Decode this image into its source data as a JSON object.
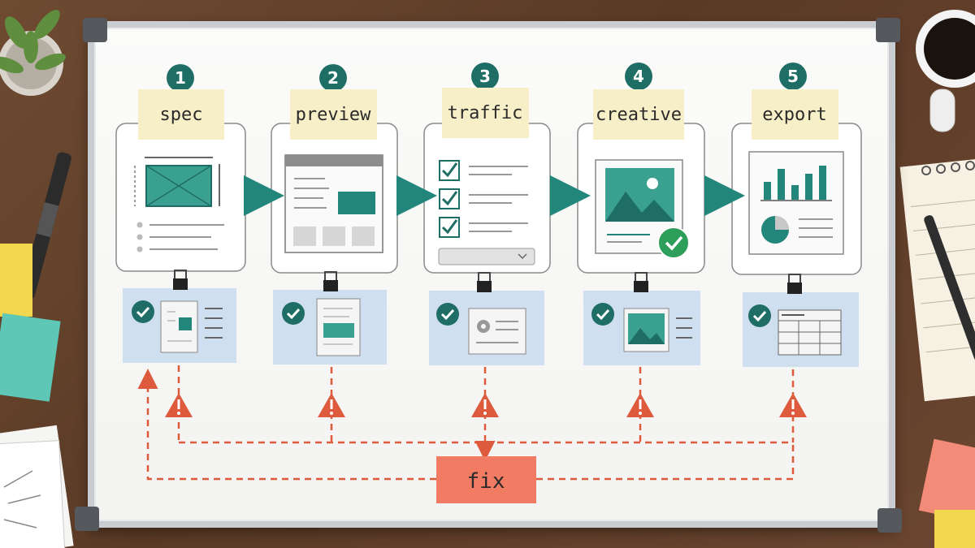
{
  "steps": [
    {
      "number": "1",
      "label": "spec"
    },
    {
      "number": "2",
      "label": "preview"
    },
    {
      "number": "3",
      "label": "traffic"
    },
    {
      "number": "4",
      "label": "creative"
    },
    {
      "number": "5",
      "label": "export"
    }
  ],
  "fix_label": "fix",
  "colors": {
    "teal": "#22867a",
    "teal_dark": "#1f6e66",
    "sticky_yellow": "#f7efc7",
    "card_blue": "#cfdff0",
    "fix_orange": "#f27b63",
    "dashed_red": "#de5a3c",
    "check_green": "#2e9e5b"
  },
  "icons": [
    "wireframe-icon",
    "browser-preview-icon",
    "checklist-icon",
    "image-creative-icon",
    "chart-report-icon",
    "check-icon",
    "warning-icon",
    "binder-clip-icon"
  ]
}
